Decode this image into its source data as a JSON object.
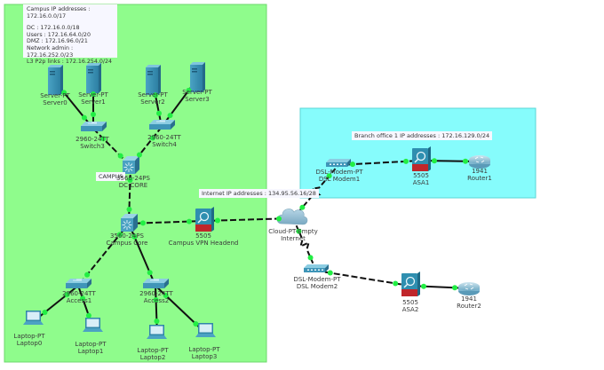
{
  "areas": {
    "campus": {
      "color": "#8ffc8c",
      "border": "#6cd86c"
    },
    "branch": {
      "color": "#86fcfc",
      "border": "#5ad6d6"
    }
  },
  "notes": {
    "campus_block": {
      "title": "Campus IP addresses : 172.16.0.0/17",
      "lines": [
        "DC : 172.16.0.0/18",
        "Users : 172.16.64.0/20",
        "DMZ : 172.16.96.0/21",
        "Network admin : 172.16.252.0/23",
        "L3 P2p links : 172.16.254.0/24"
      ]
    },
    "campus_tag": "CAMPUS",
    "internet": "Internet IP addresses : 134.95.56.16/28",
    "branch": "Branch office 1 IP addresses : 172.16.129.0/24"
  },
  "devices": {
    "server0": {
      "model": "Server-PT",
      "name": "Server0"
    },
    "server1": {
      "model": "Server-PT",
      "name": "Server1"
    },
    "server2": {
      "model": "Server-PT",
      "name": "Server2"
    },
    "server3": {
      "model": "Server-PT",
      "name": "Server3"
    },
    "switch3": {
      "model": "2960-24TT",
      "name": "Switch3"
    },
    "switch4": {
      "model": "2960-24TT",
      "name": "Switch4"
    },
    "dc_core": {
      "model": "3560-24PS",
      "name": "DC-CORE"
    },
    "campus_core": {
      "model": "3560-24PS",
      "name": "Campus Core"
    },
    "vpn_headend": {
      "model": "5505",
      "name": "Campus VPN Headend"
    },
    "access1": {
      "model": "2960-24TT",
      "name": "Access1"
    },
    "access2": {
      "model": "2960-24TT",
      "name": "Access2"
    },
    "laptop0": {
      "model": "Laptop-PT",
      "name": "Laptop0"
    },
    "laptop1": {
      "model": "Laptop-PT",
      "name": "Laptop1"
    },
    "laptop2": {
      "model": "Laptop-PT",
      "name": "Laptop2"
    },
    "laptop3": {
      "model": "Laptop-PT",
      "name": "Laptop3"
    },
    "internet": {
      "model": "Cloud-PT-Empty",
      "name": "Internet"
    },
    "dsl_modem1": {
      "model": "DSL-Modem-PT",
      "name": "DSL Modem1"
    },
    "asa1": {
      "model": "5505",
      "name": "ASA1"
    },
    "router1": {
      "model": "1941",
      "name": "Router1"
    },
    "dsl_modem2": {
      "model": "DSL-Modem-PT",
      "name": "DSL Modem2"
    },
    "asa2": {
      "model": "5505",
      "name": "ASA2"
    },
    "router2": {
      "model": "1941",
      "name": "Router2"
    }
  },
  "links": [
    {
      "from": "server0",
      "to": "switch3",
      "type": "straight"
    },
    {
      "from": "server1",
      "to": "switch3",
      "type": "straight"
    },
    {
      "from": "server2",
      "to": "switch4",
      "type": "straight"
    },
    {
      "from": "server3",
      "to": "switch4",
      "type": "straight"
    },
    {
      "from": "switch3",
      "to": "dc_core",
      "type": "cross"
    },
    {
      "from": "switch4",
      "to": "dc_core",
      "type": "cross"
    },
    {
      "from": "dc_core",
      "to": "campus_core",
      "type": "cross"
    },
    {
      "from": "campus_core",
      "to": "vpn_headend",
      "type": "cross"
    },
    {
      "from": "vpn_headend",
      "to": "internet",
      "type": "cross"
    },
    {
      "from": "campus_core",
      "to": "access1",
      "type": "cross"
    },
    {
      "from": "campus_core",
      "to": "access2",
      "type": "straight"
    },
    {
      "from": "access1",
      "to": "laptop0",
      "type": "straight"
    },
    {
      "from": "access1",
      "to": "laptop1",
      "type": "straight"
    },
    {
      "from": "access2",
      "to": "laptop2",
      "type": "straight"
    },
    {
      "from": "access2",
      "to": "laptop3",
      "type": "straight"
    },
    {
      "from": "internet",
      "to": "dsl_modem1",
      "type": "serial"
    },
    {
      "from": "dsl_modem1",
      "to": "asa1",
      "type": "cross"
    },
    {
      "from": "asa1",
      "to": "router1",
      "type": "straight"
    },
    {
      "from": "internet",
      "to": "dsl_modem2",
      "type": "serial"
    },
    {
      "from": "dsl_modem2",
      "to": "asa2",
      "type": "cross"
    },
    {
      "from": "asa2",
      "to": "router2",
      "type": "straight"
    }
  ],
  "link_status_color": "#22ee44"
}
